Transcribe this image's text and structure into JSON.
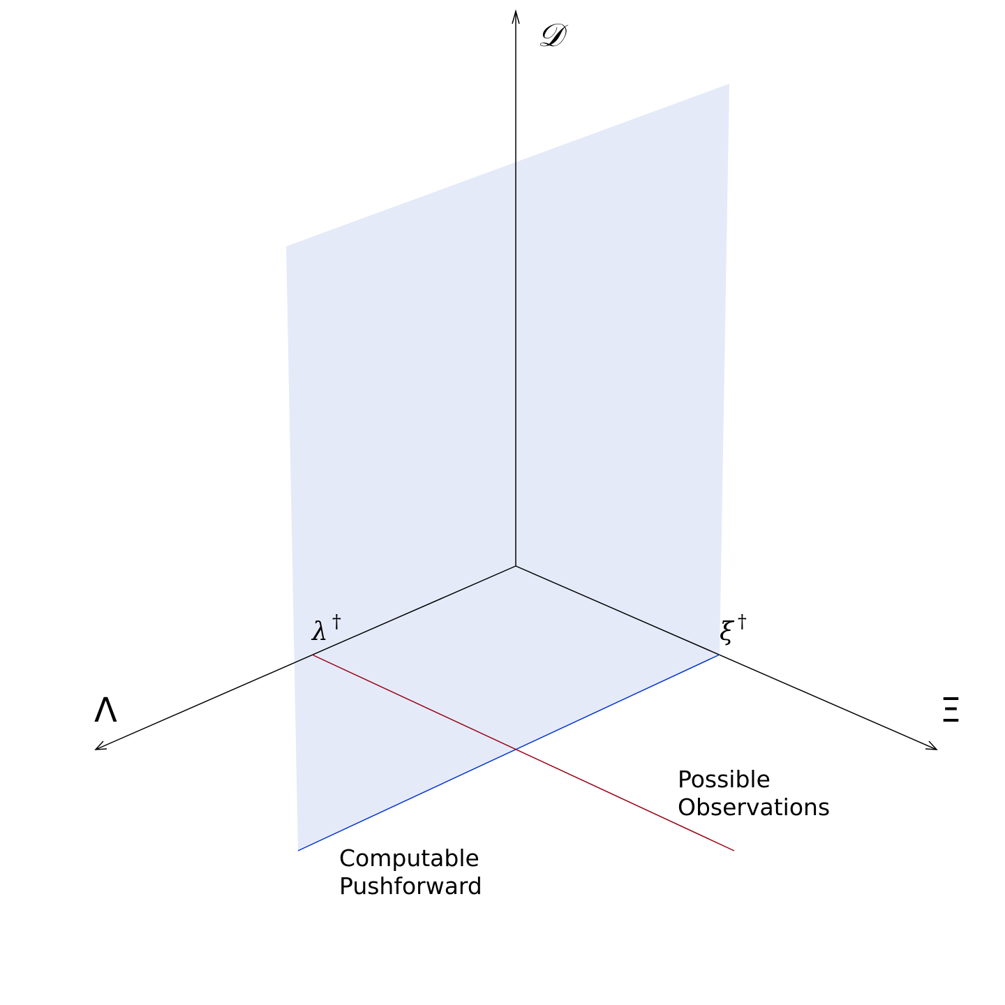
{
  "colors": {
    "plane_fill": "#e5eaf9",
    "axis": "#000000",
    "pushforward_line": "#0033cc",
    "observations_line": "#990011"
  },
  "axes": {
    "vertical_label": "𝒟",
    "left_label": "Λ",
    "right_label": "Ξ"
  },
  "points": {
    "lambda": {
      "symbol": "λ",
      "superscript": "†"
    },
    "xi": {
      "symbol": "ξ",
      "superscript": "†"
    }
  },
  "annotations": {
    "pushforward": {
      "line1": "Computable",
      "line2": "Pushforward"
    },
    "observations": {
      "line1": "Possible",
      "line2": "Observations"
    }
  }
}
